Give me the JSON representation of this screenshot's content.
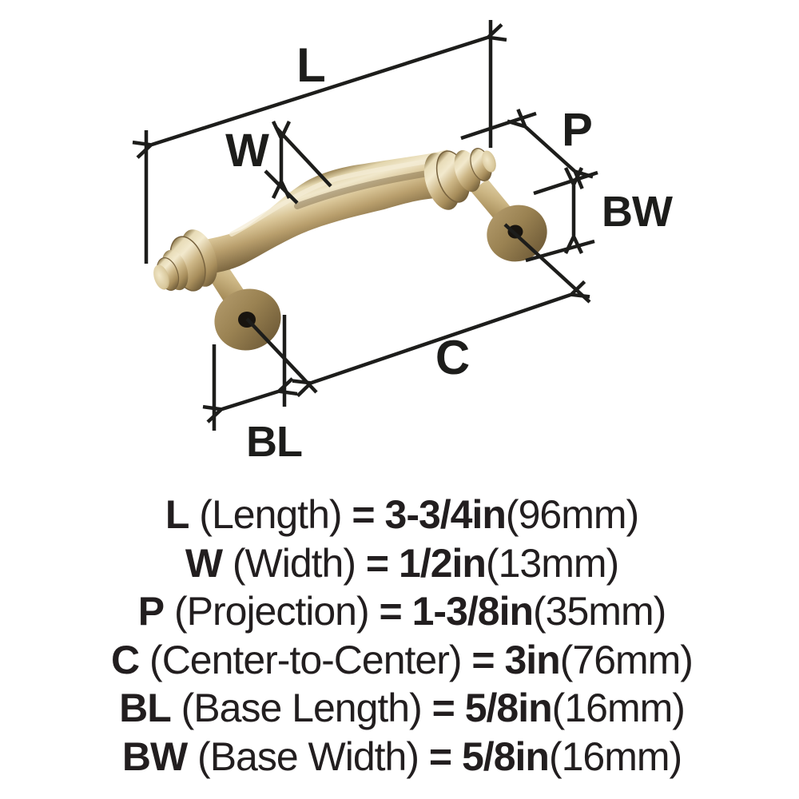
{
  "diagram": {
    "dims": {
      "L": "L",
      "W": "W",
      "P": "P",
      "BW": "BW",
      "C": "C",
      "BL": "BL"
    }
  },
  "legend": {
    "lines": [
      {
        "code": "L",
        "name": " (Length) ",
        "value": "= 3-3/4in",
        "metric": "(96mm)"
      },
      {
        "code": "W",
        "name": " (Width) ",
        "value": "= 1/2in",
        "metric": "(13mm)"
      },
      {
        "code": "P",
        "name": " (Projection) ",
        "value": "= 1-3/8in",
        "metric": "(35mm)"
      },
      {
        "code": "C",
        "name": " (Center-to-Center) ",
        "value": "= 3in",
        "metric": "(76mm)"
      },
      {
        "code": "BL",
        "name": " (Base Length) ",
        "value": "= 5/8in",
        "metric": "(16mm)"
      },
      {
        "code": "BW",
        "name": " (Base Width) ",
        "value": "= 5/8in",
        "metric": "(16mm)"
      }
    ]
  },
  "colors": {
    "line": "#1d1d1b",
    "text": "#221e1f",
    "background": "#ffffff",
    "brass_highlight": "#f1e8cc",
    "brass_mid": "#c9b386",
    "brass_dark": "#7b6640",
    "base_face": "#9a8252",
    "screw_hole": "#18140f"
  }
}
